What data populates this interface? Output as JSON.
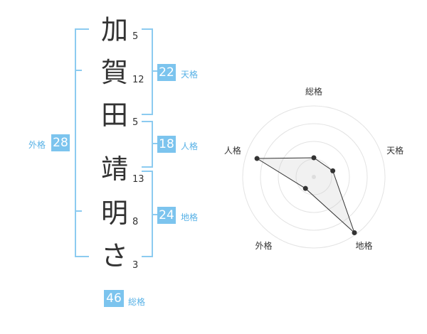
{
  "name": {
    "characters": [
      {
        "char": "加",
        "strokes": "5"
      },
      {
        "char": "賀",
        "strokes": "12"
      },
      {
        "char": "田",
        "strokes": "5"
      },
      {
        "char": "靖",
        "strokes": "13"
      },
      {
        "char": "明",
        "strokes": "8"
      },
      {
        "char": "さ",
        "strokes": "3"
      }
    ]
  },
  "kaku": {
    "tenkaku": {
      "value": "22",
      "label": "天格"
    },
    "jinkaku": {
      "value": "18",
      "label": "人格"
    },
    "chikaku": {
      "value": "24",
      "label": "地格"
    },
    "gaikaku": {
      "value": "28",
      "label": "外格"
    },
    "soukaku": {
      "value": "46",
      "label": "総格"
    }
  },
  "colors": {
    "accent": "#7cc4ee",
    "bracket": "#8ccbf0",
    "label": "#57b1e6"
  },
  "chart_data": {
    "type": "radar",
    "axes": [
      "総格",
      "天格",
      "地格",
      "外格",
      "人格"
    ],
    "values": [
      0.27,
      0.28,
      0.97,
      0.2,
      0.84
    ],
    "rings": 4,
    "grid": true
  }
}
